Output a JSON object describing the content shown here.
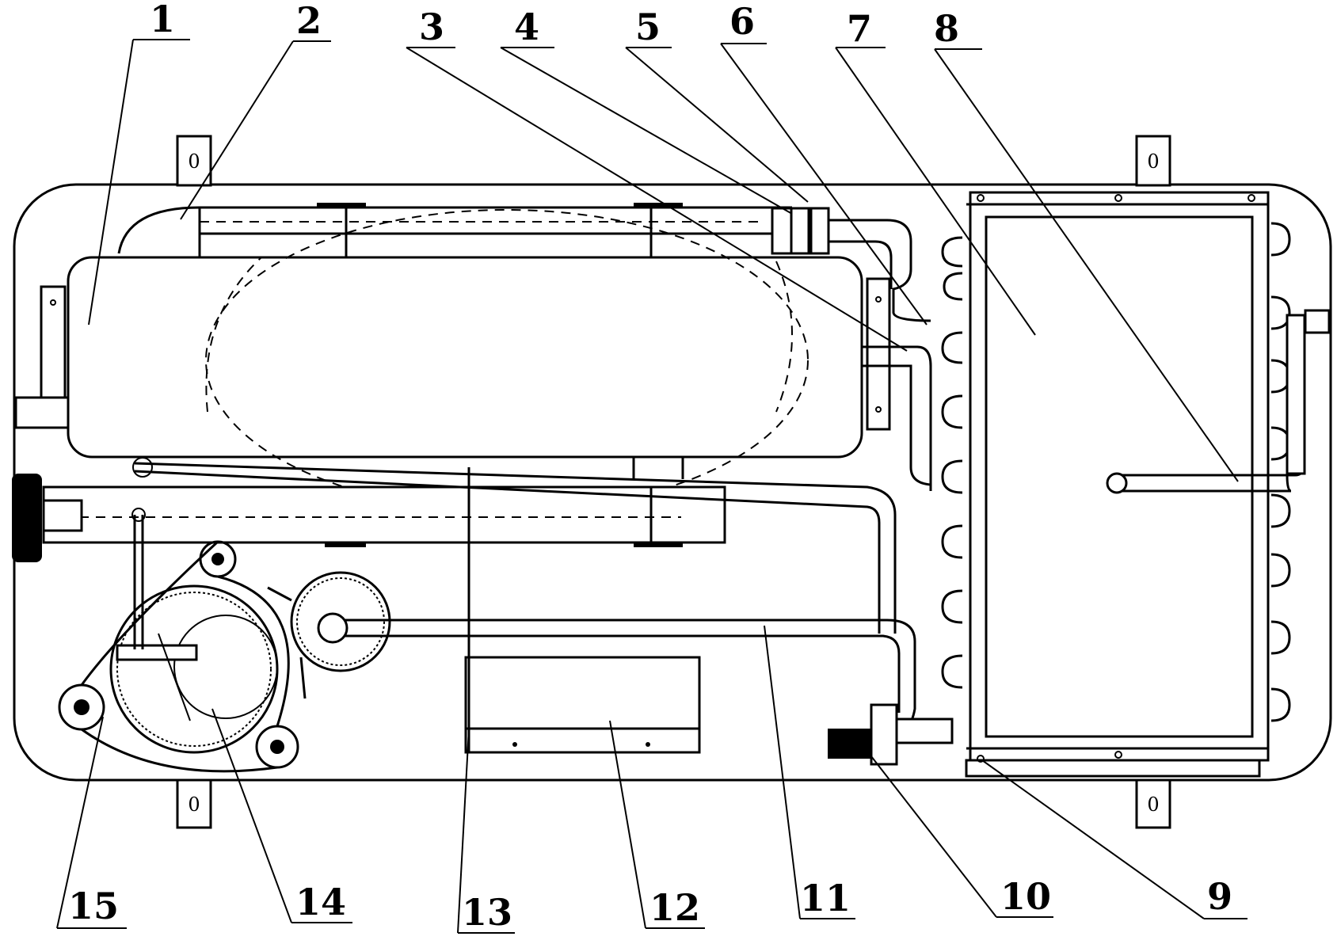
{
  "labels": {
    "l1": "1",
    "l2": "2",
    "l3": "3",
    "l4": "4",
    "l5": "5",
    "l6": "6",
    "l7": "7",
    "l8": "8",
    "l9": "9",
    "l10": "10",
    "l11": "11",
    "l12": "12",
    "l13": "13",
    "l14": "14",
    "l15": "15"
  },
  "mounting_tab_mark": "0"
}
